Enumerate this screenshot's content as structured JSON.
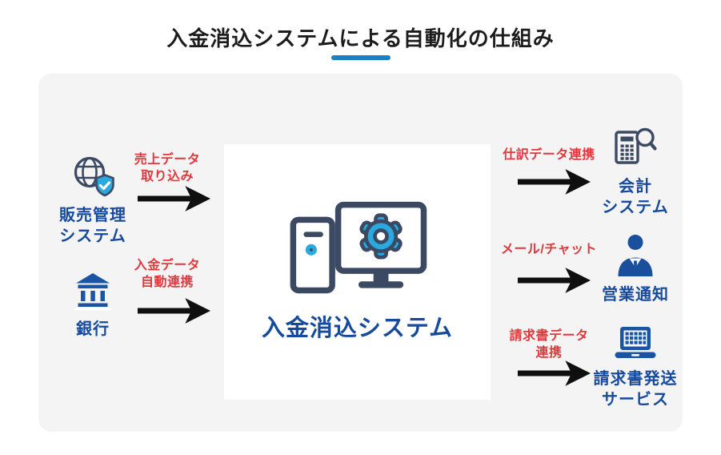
{
  "title": "入金消込システムによる自動化の仕組み",
  "colors": {
    "accent_underline": "#1a80c4",
    "panel_bg": "#f4f4f5",
    "label_blue": "#164a9c",
    "flow_label_red": "#e0393d",
    "icon_navy": "#3c4963",
    "icon_cyan": "#29a9e0",
    "icon_blue": "#1a55a5",
    "arrow_black": "#0f0f0f"
  },
  "center_node": {
    "icon": "computer-gear-icon",
    "label": "入金消込システム"
  },
  "left_nodes": [
    {
      "icon": "globe-shield-icon",
      "label_lines": [
        "販売管理",
        "システム"
      ],
      "arrow_label_lines": [
        "売上データ",
        "取り込み"
      ]
    },
    {
      "icon": "bank-icon",
      "label_lines": [
        "銀行"
      ],
      "arrow_label_lines": [
        "入金データ",
        "自動連携"
      ]
    }
  ],
  "right_nodes": [
    {
      "icon": "calculator-magnifier-icon",
      "label_lines": [
        "会計",
        "システム"
      ],
      "arrow_label_lines": [
        "仕訳データ連携"
      ]
    },
    {
      "icon": "businessperson-icon",
      "label_lines": [
        "営業通知"
      ],
      "arrow_label_lines": [
        "メール/チャット"
      ]
    },
    {
      "icon": "laptop-icon",
      "label_lines": [
        "請求書発送",
        "サービス"
      ],
      "arrow_label_lines": [
        "請求書データ",
        "連携"
      ]
    }
  ]
}
